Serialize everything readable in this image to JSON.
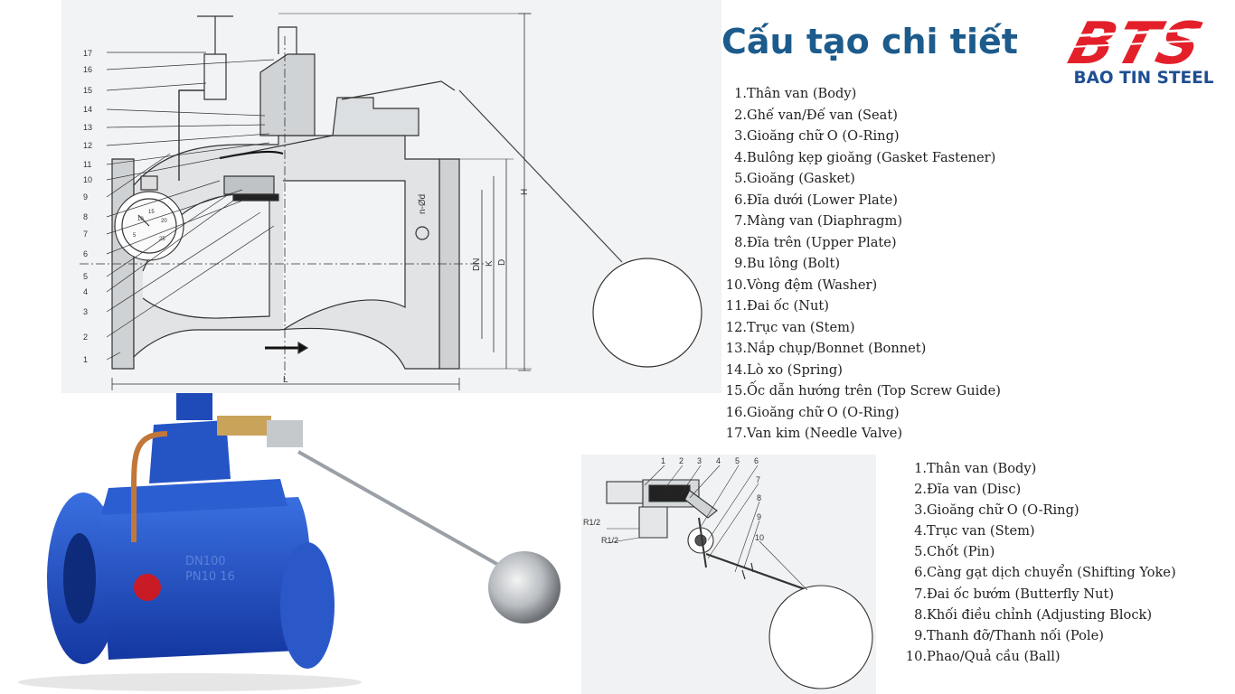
{
  "title": "Cấu tạo chi tiết",
  "brand": {
    "logo": "BTS",
    "name": "BAO TIN STEEL",
    "red": "#e3202a",
    "blue": "#1f4e92"
  },
  "accent_color": "#1c5b8c",
  "valve_color": "#1f4fc0",
  "main_diagram": {
    "callouts": [
      "17",
      "16",
      "15",
      "14",
      "13",
      "12",
      "11",
      "10",
      "9",
      "8",
      "7",
      "6",
      "5",
      "4",
      "3",
      "2",
      "1"
    ],
    "dimensions": {
      "L": "L",
      "H": "H",
      "DN": "DN",
      "K": "K",
      "D": "D",
      "bolt": "n-Ød"
    },
    "gauge_ticks": [
      "5",
      "10",
      "15",
      "20",
      "25"
    ]
  },
  "main_parts": [
    {
      "num": "1.",
      "label": "Thân van (Body)"
    },
    {
      "num": "2.",
      "label": "Ghế van/Đế van (Seat)"
    },
    {
      "num": "3.",
      "label": "Gioăng chữ O (O-Ring)"
    },
    {
      "num": "4.",
      "label": "Bulông kẹp gioăng (Gasket Fastener)"
    },
    {
      "num": "5.",
      "label": "Gioăng (Gasket)"
    },
    {
      "num": "6.",
      "label": "Đĩa dưới (Lower Plate)"
    },
    {
      "num": "7.",
      "label": "Màng van (Diaphragm)"
    },
    {
      "num": "8.",
      "label": "Đĩa trên (Upper Plate)"
    },
    {
      "num": "9.",
      "label": "Bu lông (Bolt)"
    },
    {
      "num": "10.",
      "label": "Vòng đệm (Washer)"
    },
    {
      "num": "11.",
      "label": "Đai ốc (Nut)"
    },
    {
      "num": "12.",
      "label": "Trục van (Stem)"
    },
    {
      "num": "13.",
      "label": "Nắp chụp/Bonnet (Bonnet)"
    },
    {
      "num": "14.",
      "label": "Lò xo (Spring)"
    },
    {
      "num": "15.",
      "label": "Ốc dẫn hướng trên (Top Screw Guide)"
    },
    {
      "num": "16.",
      "label": "Gioăng chữ O (O-Ring)"
    },
    {
      "num": "17.",
      "label": "Van kim (Needle Valve)"
    }
  ],
  "float_diagram": {
    "callouts": [
      "1",
      "2",
      "3",
      "4",
      "5",
      "6",
      "7",
      "8",
      "9",
      "10"
    ],
    "thread_labels": [
      "R1/2",
      "R1/2"
    ]
  },
  "float_parts": [
    {
      "num": "1.",
      "label": "Thân van (Body)"
    },
    {
      "num": "2.",
      "label": "Đĩa van (Disc)"
    },
    {
      "num": "3.",
      "label": "Gioăng chữ O (O-Ring)"
    },
    {
      "num": "4.",
      "label": "Trục van (Stem)"
    },
    {
      "num": "5.",
      "label": "Chốt (Pin)"
    },
    {
      "num": "6.",
      "label": "Càng gạt dịch chuyển (Shifting Yoke)"
    },
    {
      "num": "7.",
      "label": "Đai ốc bướm (Butterfly Nut)"
    },
    {
      "num": "8.",
      "label": "Khối điều chỉnh (Adjusting Block)"
    },
    {
      "num": "9.",
      "label": "Thanh đỡ/Thanh nối (Pole)"
    },
    {
      "num": "10.",
      "label": "Phao/Quả cầu (Ball)"
    }
  ],
  "photo": {
    "cast_text_1": "DN100",
    "cast_text_2": "PN10 16"
  }
}
